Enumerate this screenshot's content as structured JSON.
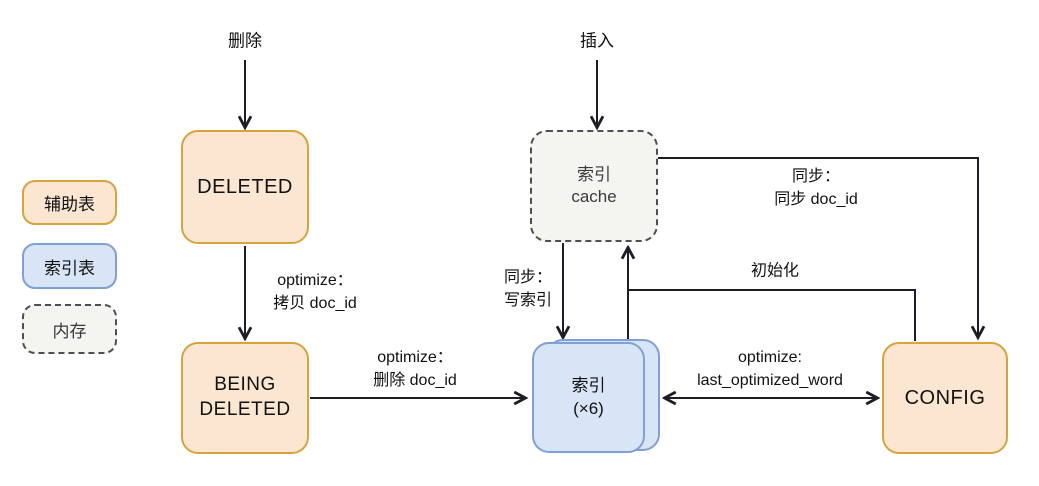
{
  "legend": {
    "aux": {
      "label": "辅助表"
    },
    "index": {
      "label": "索引表"
    },
    "memory": {
      "label": "内存"
    }
  },
  "inputs": {
    "delete_label": "删除",
    "insert_label": "插入"
  },
  "nodes": {
    "deleted": {
      "label": "DELETED"
    },
    "being_deleted": {
      "line1": "BEING",
      "line2": "DELETED"
    },
    "index_cache": {
      "line1": "索引",
      "line2": "cache"
    },
    "index": {
      "line1": "索引",
      "line2": "(×6)"
    },
    "config": {
      "label": "CONFIG"
    }
  },
  "edges": {
    "optimize_copy": {
      "line1": "optimize：",
      "line2": "拷贝 doc_id"
    },
    "optimize_remove": {
      "line1": "optimize：",
      "line2": "删除 doc_id"
    },
    "sync_write_index": {
      "line1": "同步：",
      "line2": "写索引"
    },
    "sync_doc_id": {
      "line1": "同步：",
      "line2": "同步 doc_id"
    },
    "init": {
      "label": "初始化"
    },
    "optimize_last_word": {
      "line1": "optimize:",
      "line2": "last_optimized_word"
    }
  },
  "colors": {
    "aux_fill": "#fbe7d1",
    "aux_border": "#d9a33b",
    "index_fill": "#d8e5f7",
    "index_border": "#7fa0d4",
    "memory_fill": "#f4f4f1",
    "memory_border": "#4f4f4f",
    "line": "#1d1d28",
    "text": "#111111",
    "bg": "#ffffff"
  }
}
